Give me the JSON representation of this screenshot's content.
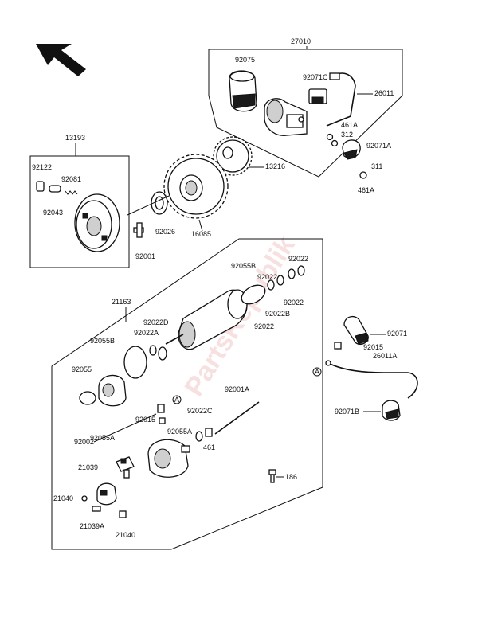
{
  "watermark": "PartsRepublik",
  "labels": {
    "p27010": "27010",
    "p92075": "92075",
    "p92071C": "92071C",
    "p26011": "26011",
    "p461A_top": "461A",
    "p312": "312",
    "p92071A": "92071A",
    "p311": "311",
    "p461A_bottom": "461A",
    "p13216": "13216",
    "p16085": "16085",
    "p13193": "13193",
    "p92122": "92122",
    "p92081": "92081",
    "p92043": "92043",
    "p92026": "92026",
    "p92001": "92001",
    "p92055B_top": "92055B",
    "p92022_a": "92022",
    "p92022_b": "92022",
    "p92022_c": "92022",
    "p92022B": "92022B",
    "p92022_d": "92022",
    "p21163": "21163",
    "p92022D": "92022D",
    "p92022A": "92022A",
    "p92055B_mid": "92055B",
    "p92055": "92055",
    "p92071": "92071",
    "p92015_right": "92015",
    "p26011A": "26011A",
    "p92001A": "92001A",
    "p92071B": "92071B",
    "p92015_left": "92015",
    "p92022C": "92022C",
    "p92002": "92002",
    "p92055A_1": "92055A",
    "p92055A_2": "92055A",
    "p461": "461",
    "p21039": "21039",
    "p186": "186",
    "p21040_a": "21040",
    "p21039A": "21039A",
    "p21040_b": "21040",
    "refA_1": "A",
    "refA_2": "A"
  }
}
